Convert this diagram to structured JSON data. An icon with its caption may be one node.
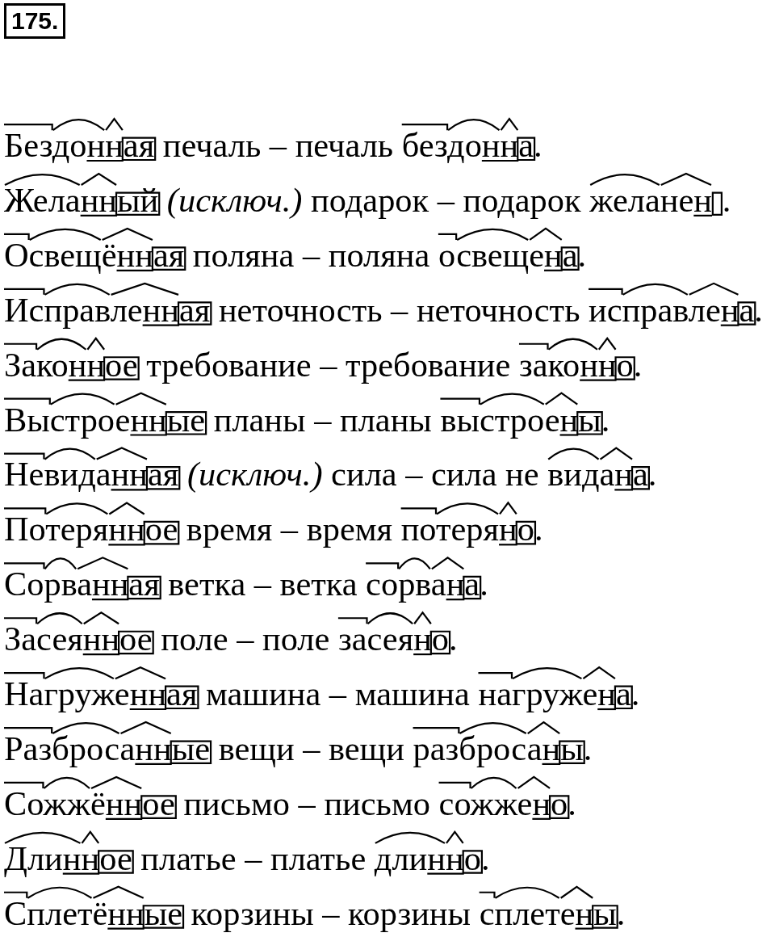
{
  "diagram": {
    "title": "175.",
    "labels": [
      "Бездонная печаль – печаль бездонна.",
      "Желанный *(исключ.)* подарок – подарок желанен.",
      "Освещённая поляна – поляна освещена.",
      "Исправленная неточность – неточность исправлена.",
      "Законное требование – требование законно.",
      "Выстроенные планы – планы выстроены.",
      "Невиданная *(исключ.)* сила – сила не видана.",
      "Потерянное время – время потеряно.",
      "Сорванная ветка – ветка сорвана.",
      "Засеянное поле – поле засеяно.",
      "Нагруженная машина – машина нагружена.",
      "Разбросанные вещи – вещи разбросаны.",
      "Сожжённое письмо – письмо сожжено.",
      "Длинное платье – платье длинно.",
      "Сплетённые корзины – корзины сплетены."
    ]
  }
}
